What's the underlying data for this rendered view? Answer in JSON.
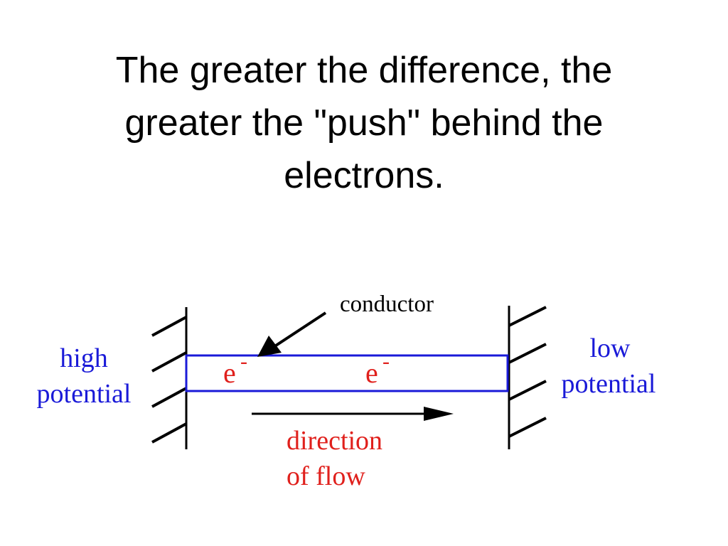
{
  "slide": {
    "title_line_1": "The greater the difference, the",
    "title_line_2": "greater the \"push\" behind the",
    "title_line_3": "electrons."
  },
  "diagram": {
    "high_potential_label_1": "high",
    "high_potential_label_2": "potential",
    "low_potential_label_1": "low",
    "low_potential_label_2": "potential",
    "conductor_label": "conductor",
    "electron_symbol": "e",
    "electron_charge": "-",
    "flow_label_1": "direction",
    "flow_label_2": "of flow"
  },
  "colors": {
    "label_blue": "#1a1ad8",
    "label_red": "#e0201c",
    "conductor_outline": "#1a1ad8",
    "ink": "#000000"
  }
}
